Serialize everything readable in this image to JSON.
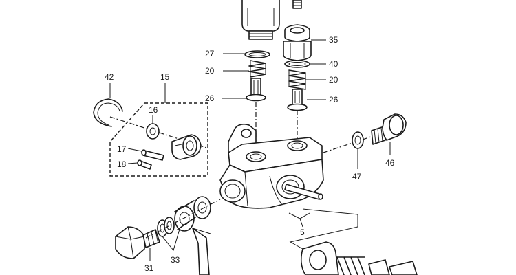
{
  "callouts": {
    "c35": "35",
    "c27": "27",
    "c40": "40",
    "c20a": "20",
    "c20b": "20",
    "c26a": "26",
    "c26b": "26",
    "c42": "42",
    "c15": "15",
    "c16": "16",
    "c17": "17",
    "c18": "18",
    "c46": "46",
    "c47": "47",
    "c5": "5",
    "c31": "31",
    "c33": "33"
  }
}
